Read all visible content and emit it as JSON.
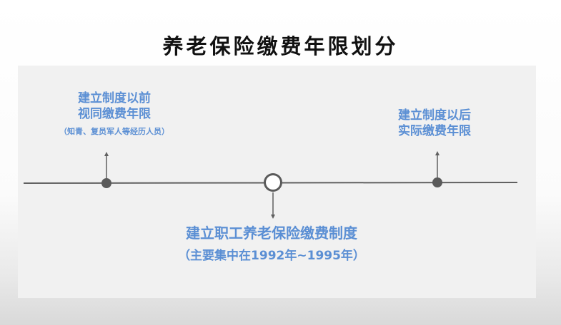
{
  "title": "养老保险缴费年限划分",
  "left_milestone": {
    "line1": "建立制度以前",
    "line2": "视同缴费年限",
    "note": "（知青、复员军人等经历人员）"
  },
  "right_milestone": {
    "line1": "建立制度以后",
    "line2": "实际缴费年限"
  },
  "center_milestone": {
    "label": "建立职工养老保险缴费制度",
    "note": "（主要集中在1992年~1995年）"
  },
  "colors": {
    "label_blue": "#5b8fd4",
    "timeline_gray": "#606060",
    "title_black": "#111111",
    "panel_bg": "#f1f1f1"
  }
}
